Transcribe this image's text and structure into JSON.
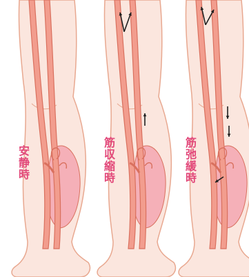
{
  "labels": {
    "rest": "安静時",
    "contraction": "筋収縮時",
    "relaxation": "筋弛緩時"
  },
  "colors": {
    "skin_fill": "#fbe6de",
    "skin_outline": "#e8a890",
    "vein": "#f29d8e",
    "vein_outline": "#d9705e",
    "calf_pool": "#f5b0b8",
    "arrow": "#1f1f1f",
    "label": "#e2487a"
  },
  "panels": [
    {
      "state": "rest",
      "label_key": "rest",
      "arrows": []
    },
    {
      "state": "contraction",
      "label_key": "contraction",
      "arrows": [
        "up",
        "up"
      ]
    },
    {
      "state": "relaxation",
      "label_key": "relaxation",
      "arrows": [
        "up",
        "down",
        "down",
        "left"
      ]
    }
  ]
}
